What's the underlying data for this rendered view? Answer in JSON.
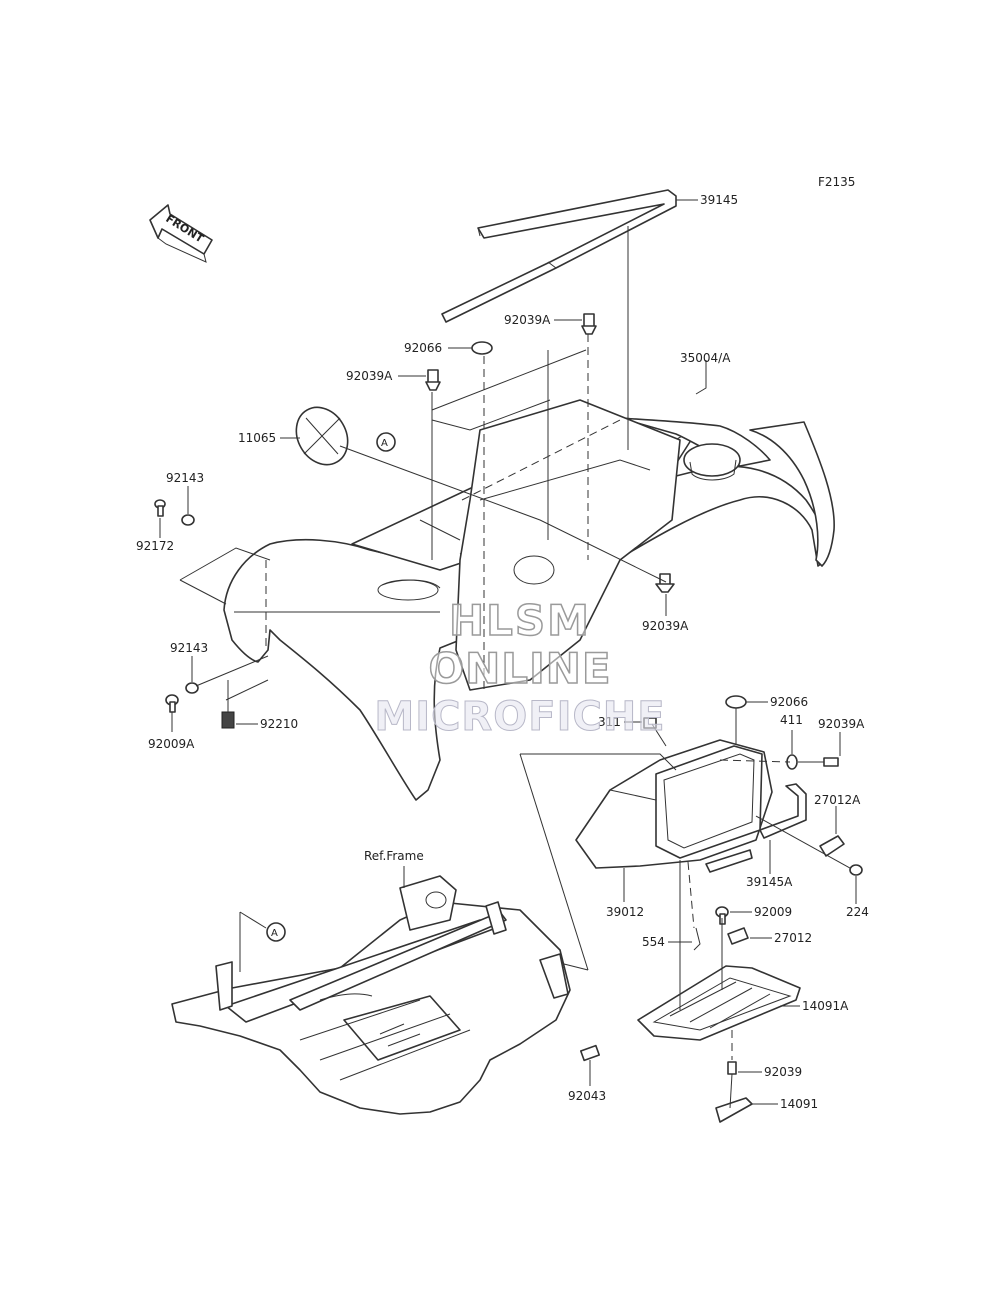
{
  "figure_code": "F2135",
  "front_label": "FRONT",
  "ref_frame_label": "Ref.Frame",
  "callouts": {
    "a1": "A",
    "a2": "A"
  },
  "parts": {
    "p39145": "39145",
    "p92039A_top": "92039A",
    "p92066_top": "92066",
    "p35004A": "35004/A",
    "p92039A_left": "92039A",
    "p11065": "11065",
    "p92143_top": "92143",
    "p92172": "92172",
    "p92039A_mid": "92039A",
    "p92143_low": "92143",
    "p92009A": "92009A",
    "p92210": "92210",
    "p92066_right": "92066",
    "p311": "311",
    "p411": "411",
    "p92039A_right": "92039A",
    "p27012A": "27012A",
    "p39145A": "39145A",
    "p224": "224",
    "p39012": "39012",
    "p92009": "92009",
    "p554": "554",
    "p27012": "27012",
    "p14091A": "14091A",
    "p92039": "92039",
    "p92043": "92043",
    "p14091": "14091"
  },
  "watermark": {
    "line1": "HLSM",
    "line2": "ONLINE",
    "line3": "MICROFICHE"
  }
}
